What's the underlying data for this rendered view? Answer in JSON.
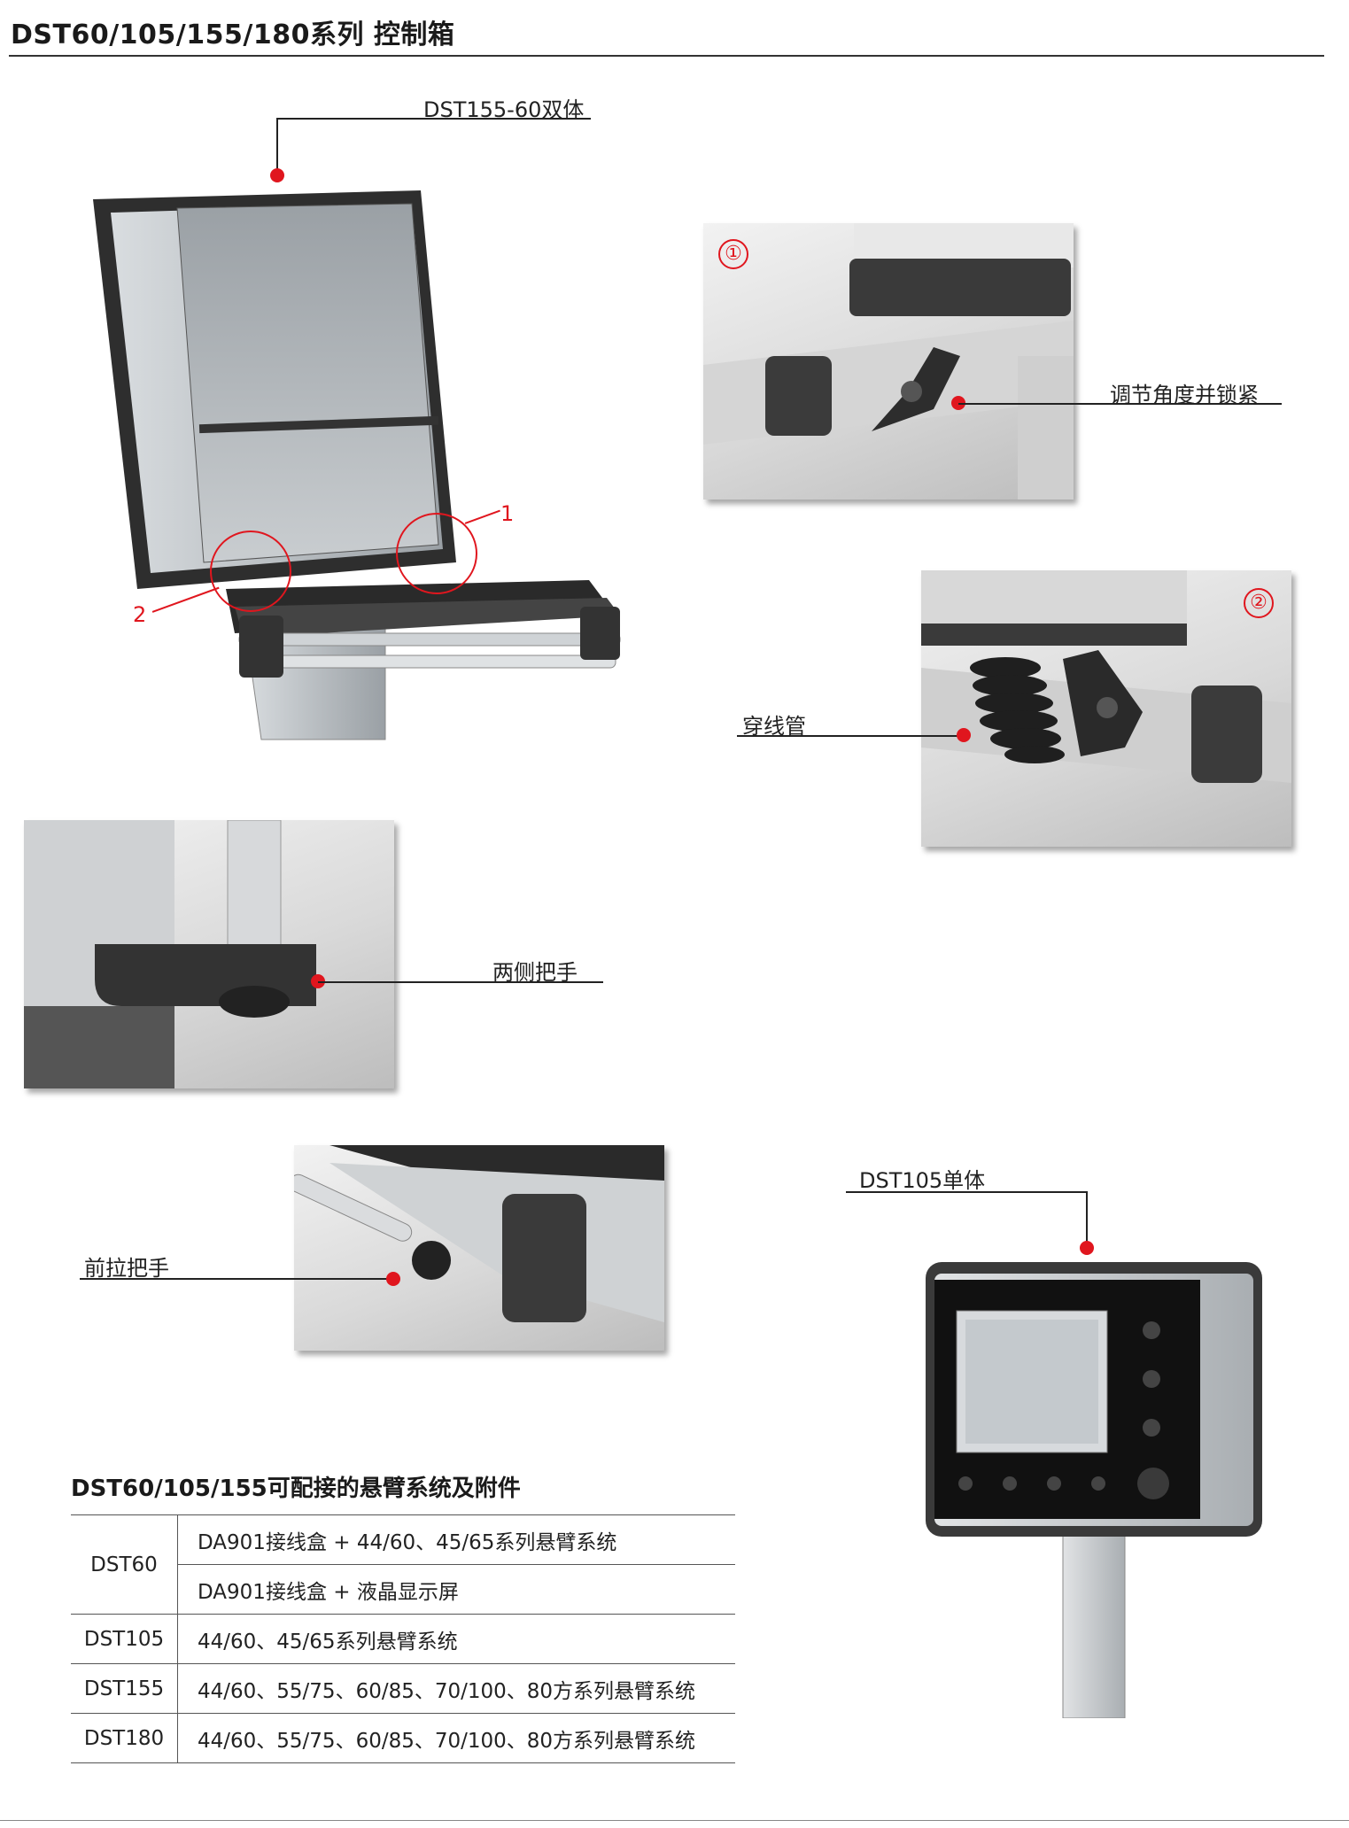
{
  "page": {
    "title": "DST60/105/155/180系列 控制箱"
  },
  "callouts": {
    "dst155_60": "DST155-60双体",
    "adjust_angle": "调节角度并锁紧",
    "cable_tube": "穿线管",
    "side_handles": "两侧把手",
    "front_handle": "前拉把手",
    "dst105": "DST105单体",
    "marker1": "1",
    "marker2": "2",
    "detail1": "①",
    "detail2": "②"
  },
  "table": {
    "title": "DST60/105/155可配接的悬臂系统及附件",
    "rows": [
      {
        "model": "DST60",
        "items": [
          "DA901接线盒 + 44/60、45/65系列悬臂系统",
          "DA901接线盒 + 液晶显示屏"
        ]
      },
      {
        "model": "DST105",
        "items": [
          "44/60、45/65系列悬臂系统"
        ]
      },
      {
        "model": "DST155",
        "items": [
          "44/60、55/75、60/85、70/100、80方系列悬臂系统"
        ]
      },
      {
        "model": "DST180",
        "items": [
          "44/60、55/75、60/85、70/100、80方系列悬臂系统"
        ]
      }
    ]
  },
  "colors": {
    "accent_red": "#e0161e",
    "rule": "#333333"
  }
}
